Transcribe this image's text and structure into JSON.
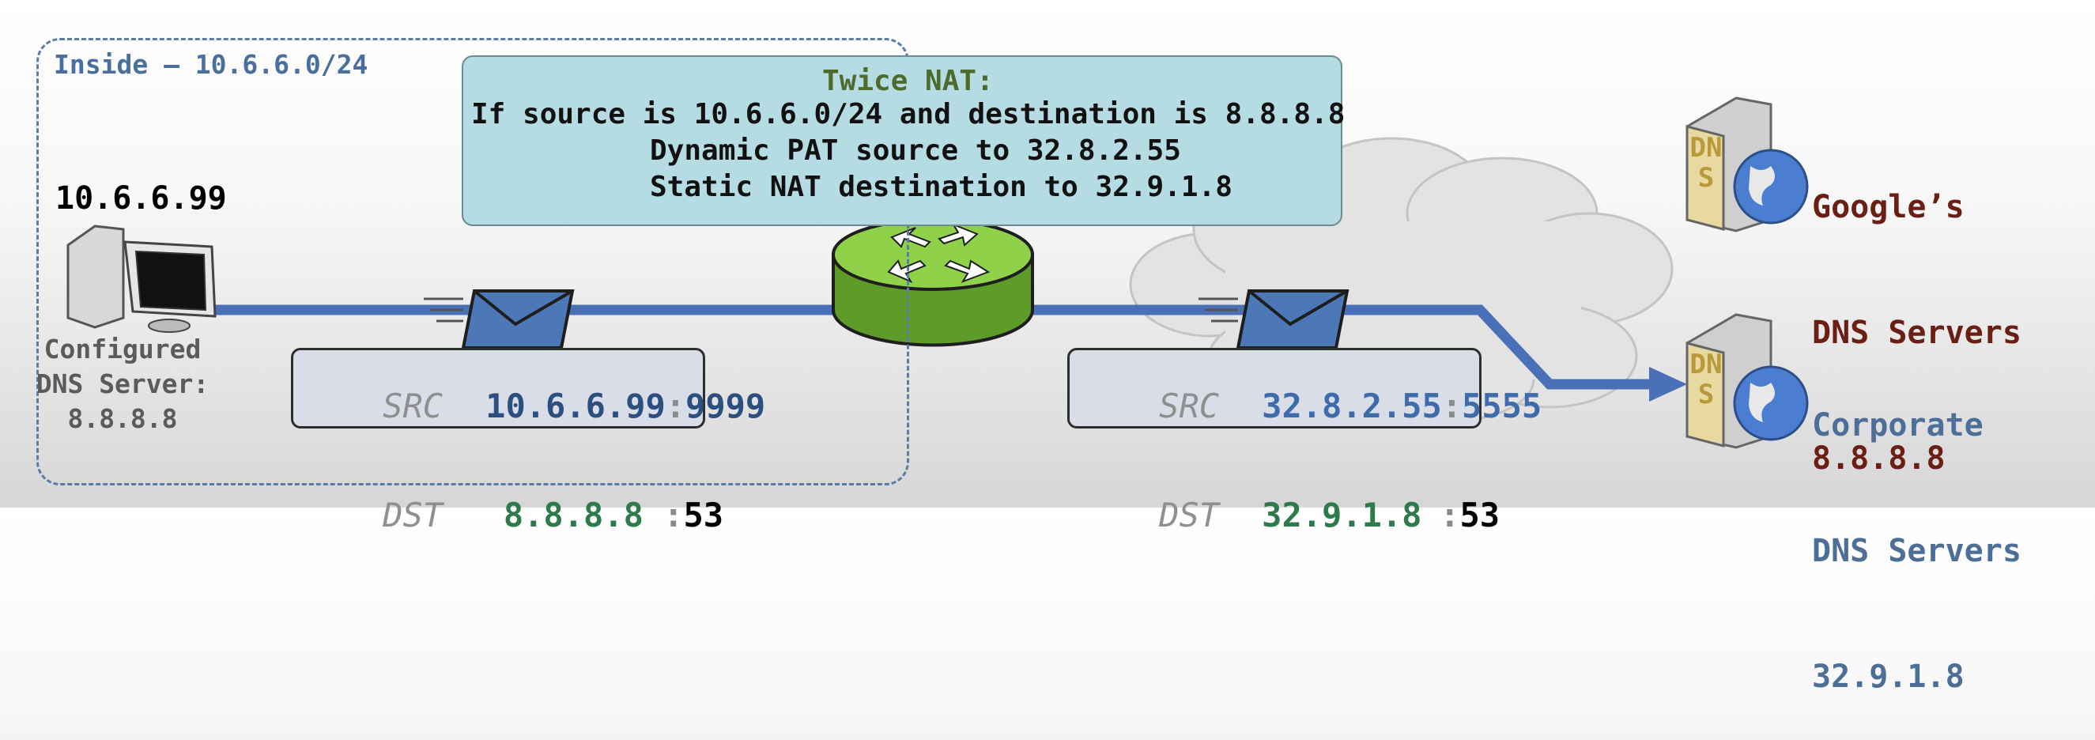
{
  "inside": {
    "label": "Inside – 10.6.6.0/24"
  },
  "nat": {
    "title": "Twice NAT:",
    "condition": "If source is 10.6.6.0/24 and destination is 8.8.8.8",
    "rule1": "Dynamic PAT source to 32.8.2.55",
    "rule2": "Static NAT destination to 32.9.1.8"
  },
  "host": {
    "ip": "10.6.6.99",
    "caption_line1": "Configured",
    "caption_line2": "DNS Server:",
    "caption_line3": "8.8.8.8"
  },
  "google_dns": {
    "line1": "Google’s",
    "line2": "DNS Servers",
    "line3": "8.8.8.8",
    "badge": "DNS"
  },
  "corp_dns": {
    "line1": "Corporate",
    "line2": "DNS Servers",
    "line3": "32.9.1.8",
    "badge": "DNS"
  },
  "packet_inside": {
    "src_key": "SRC",
    "src_ip": "10.6.6.99",
    "src_sep": ":",
    "src_port": "9999",
    "dst_key": "DST",
    "dst_ip": "8.8.8.8 ",
    "dst_sep": ":",
    "dst_port": "53"
  },
  "packet_outside": {
    "src_key": "SRC",
    "src_ip": "32.8.2.55",
    "src_sep": ":",
    "src_port": "5555",
    "dst_key": "DST",
    "dst_ip": "32.9.1.8 ",
    "dst_sep": ":",
    "dst_port": "53"
  },
  "colors": {
    "link": "#4a70b8",
    "inside_border": "#5a7ca6",
    "nat_box": "#b5dbe3",
    "router": "#7fbf3c",
    "arrow_green": "#5c7a3a",
    "google_text": "#6b1e14",
    "corp_text": "#4d6f97"
  },
  "icons": {
    "host": "desktop-computer-icon",
    "router": "router-icon",
    "envelope": "envelope-icon",
    "dns_server": "dns-server-icon",
    "cloud": "cloud-icon"
  }
}
